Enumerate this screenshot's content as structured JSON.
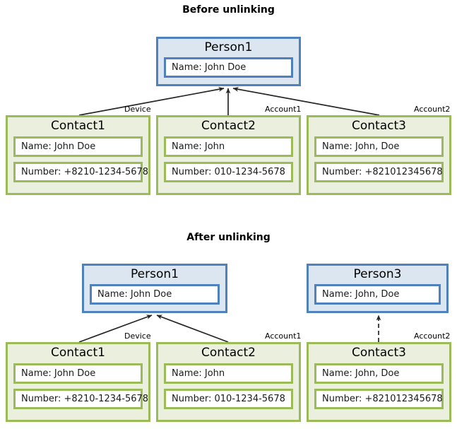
{
  "diagram": {
    "sections": [
      {
        "title": "Before unlinking"
      },
      {
        "title": "After unlinking"
      }
    ],
    "colors": {
      "person_border": "#4f81bd",
      "person_fill": "#dce6f1",
      "contact_border": "#9bbb59",
      "contact_fill": "#ebf0de",
      "field_fill": "#ffffff",
      "edge": "#262626",
      "background": "#ffffff"
    }
  },
  "before": {
    "title": "Before unlinking",
    "person": {
      "title": "Person1",
      "field_name": "Name:  John Doe"
    },
    "contacts": [
      {
        "title": "Contact1",
        "field_name": "Name:  John Doe",
        "field_number": "Number:  +8210-1234-5678",
        "edge_label": "Device"
      },
      {
        "title": "Contact2",
        "field_name": "Name:  John",
        "field_number": "Number:  010-1234-5678",
        "edge_label": "Account1"
      },
      {
        "title": "Contact3",
        "field_name": "Name:  John, Doe",
        "field_number": "Number:  +821012345678",
        "edge_label": "Account2"
      }
    ]
  },
  "after": {
    "title": "After unlinking",
    "persons": [
      {
        "title": "Person1",
        "field_name": "Name:  John Doe"
      },
      {
        "title": "Person3",
        "field_name": "Name:  John, Doe"
      }
    ],
    "contacts": [
      {
        "title": "Contact1",
        "field_name": "Name:  John Doe",
        "field_number": "Number:  +8210-1234-5678",
        "edge_label": "Device"
      },
      {
        "title": "Contact2",
        "field_name": "Name:  John",
        "field_number": "Number:  010-1234-5678",
        "edge_label": "Account1"
      },
      {
        "title": "Contact3",
        "field_name": "Name:  John, Doe",
        "field_number": "Number:  +821012345678",
        "edge_label": "Account2"
      }
    ]
  }
}
